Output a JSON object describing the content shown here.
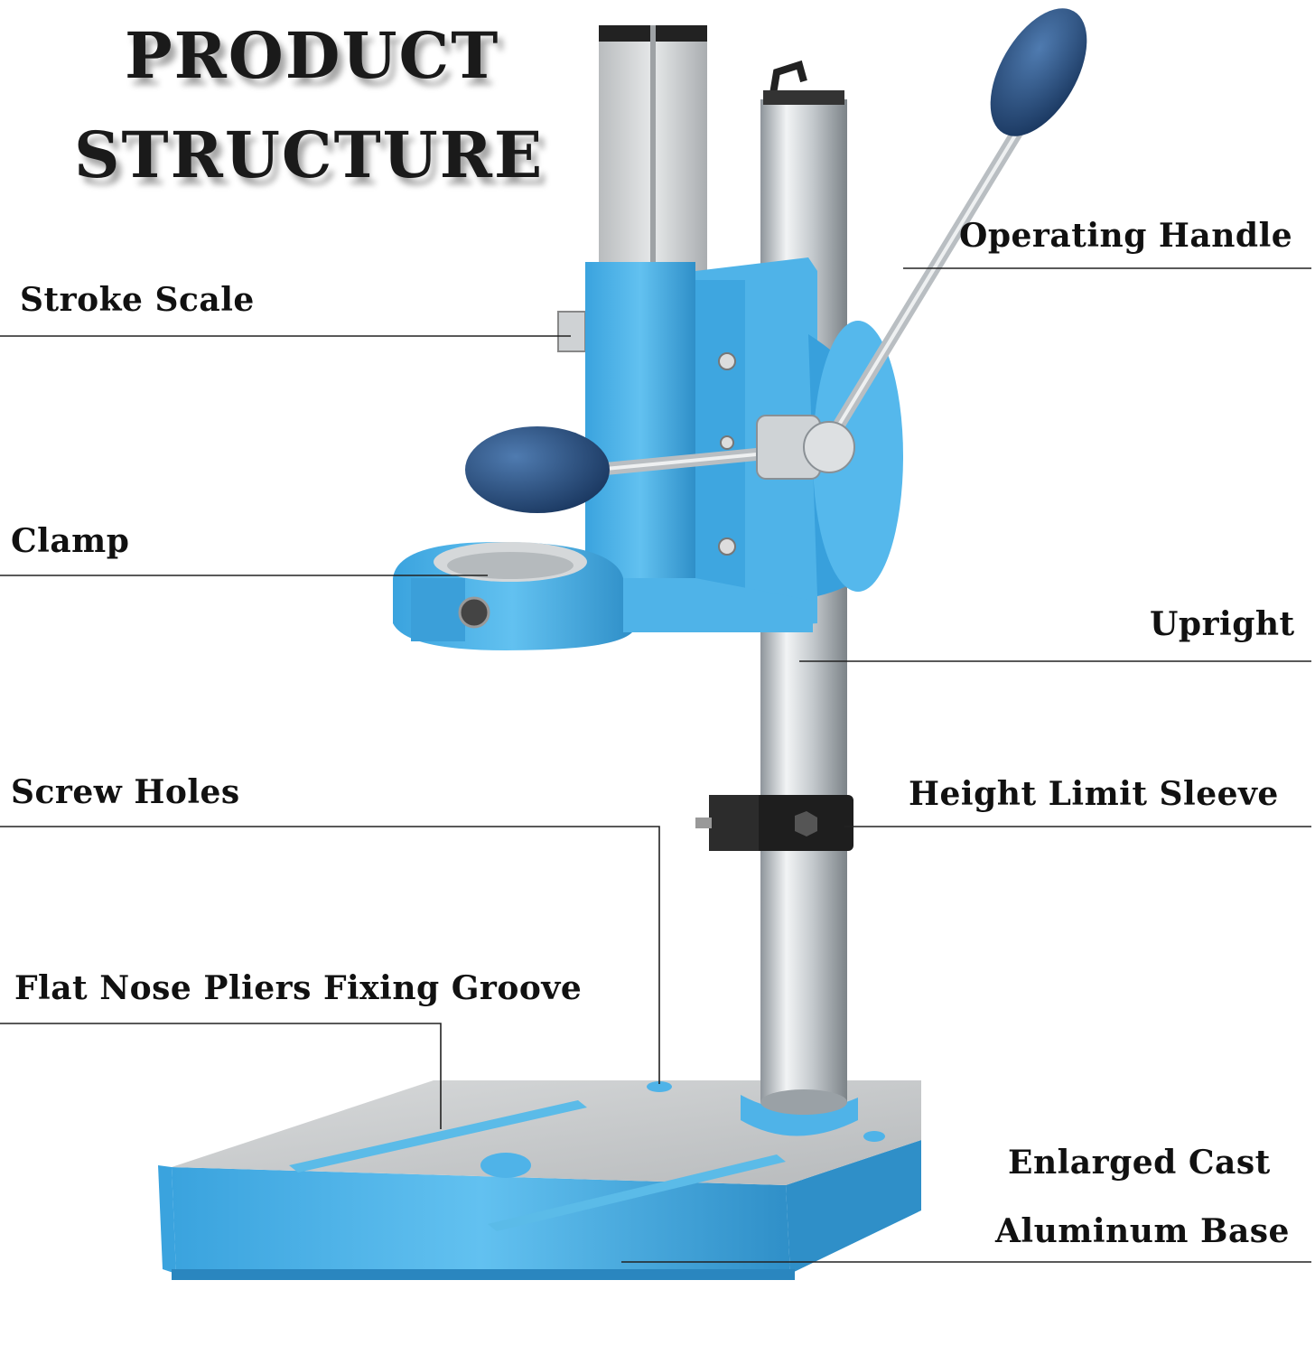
{
  "title": {
    "line1": "PRODUCT",
    "line2": "STRUCTURE"
  },
  "labels": {
    "operating_handle": "Operating Handle",
    "stroke_scale": "Stroke Scale",
    "clamp": "Clamp",
    "upright": "Upright",
    "screw_holes": "Screw Holes",
    "height_limit_sleeve": "Height Limit Sleeve",
    "flat_nose_pliers_fixing_groove": "Flat Nose Pliers Fixing Groove",
    "base_line1": "Enlarged Cast",
    "base_line2": "Aluminum Base"
  },
  "colors": {
    "body_blue": "#4fb3e8",
    "body_blue_dark": "#2f8fc8",
    "knob_navy": "#22497a",
    "steel": "#c9ced3",
    "aluminum": "#d9dbdc",
    "sleeve_black": "#1e1e1e"
  }
}
